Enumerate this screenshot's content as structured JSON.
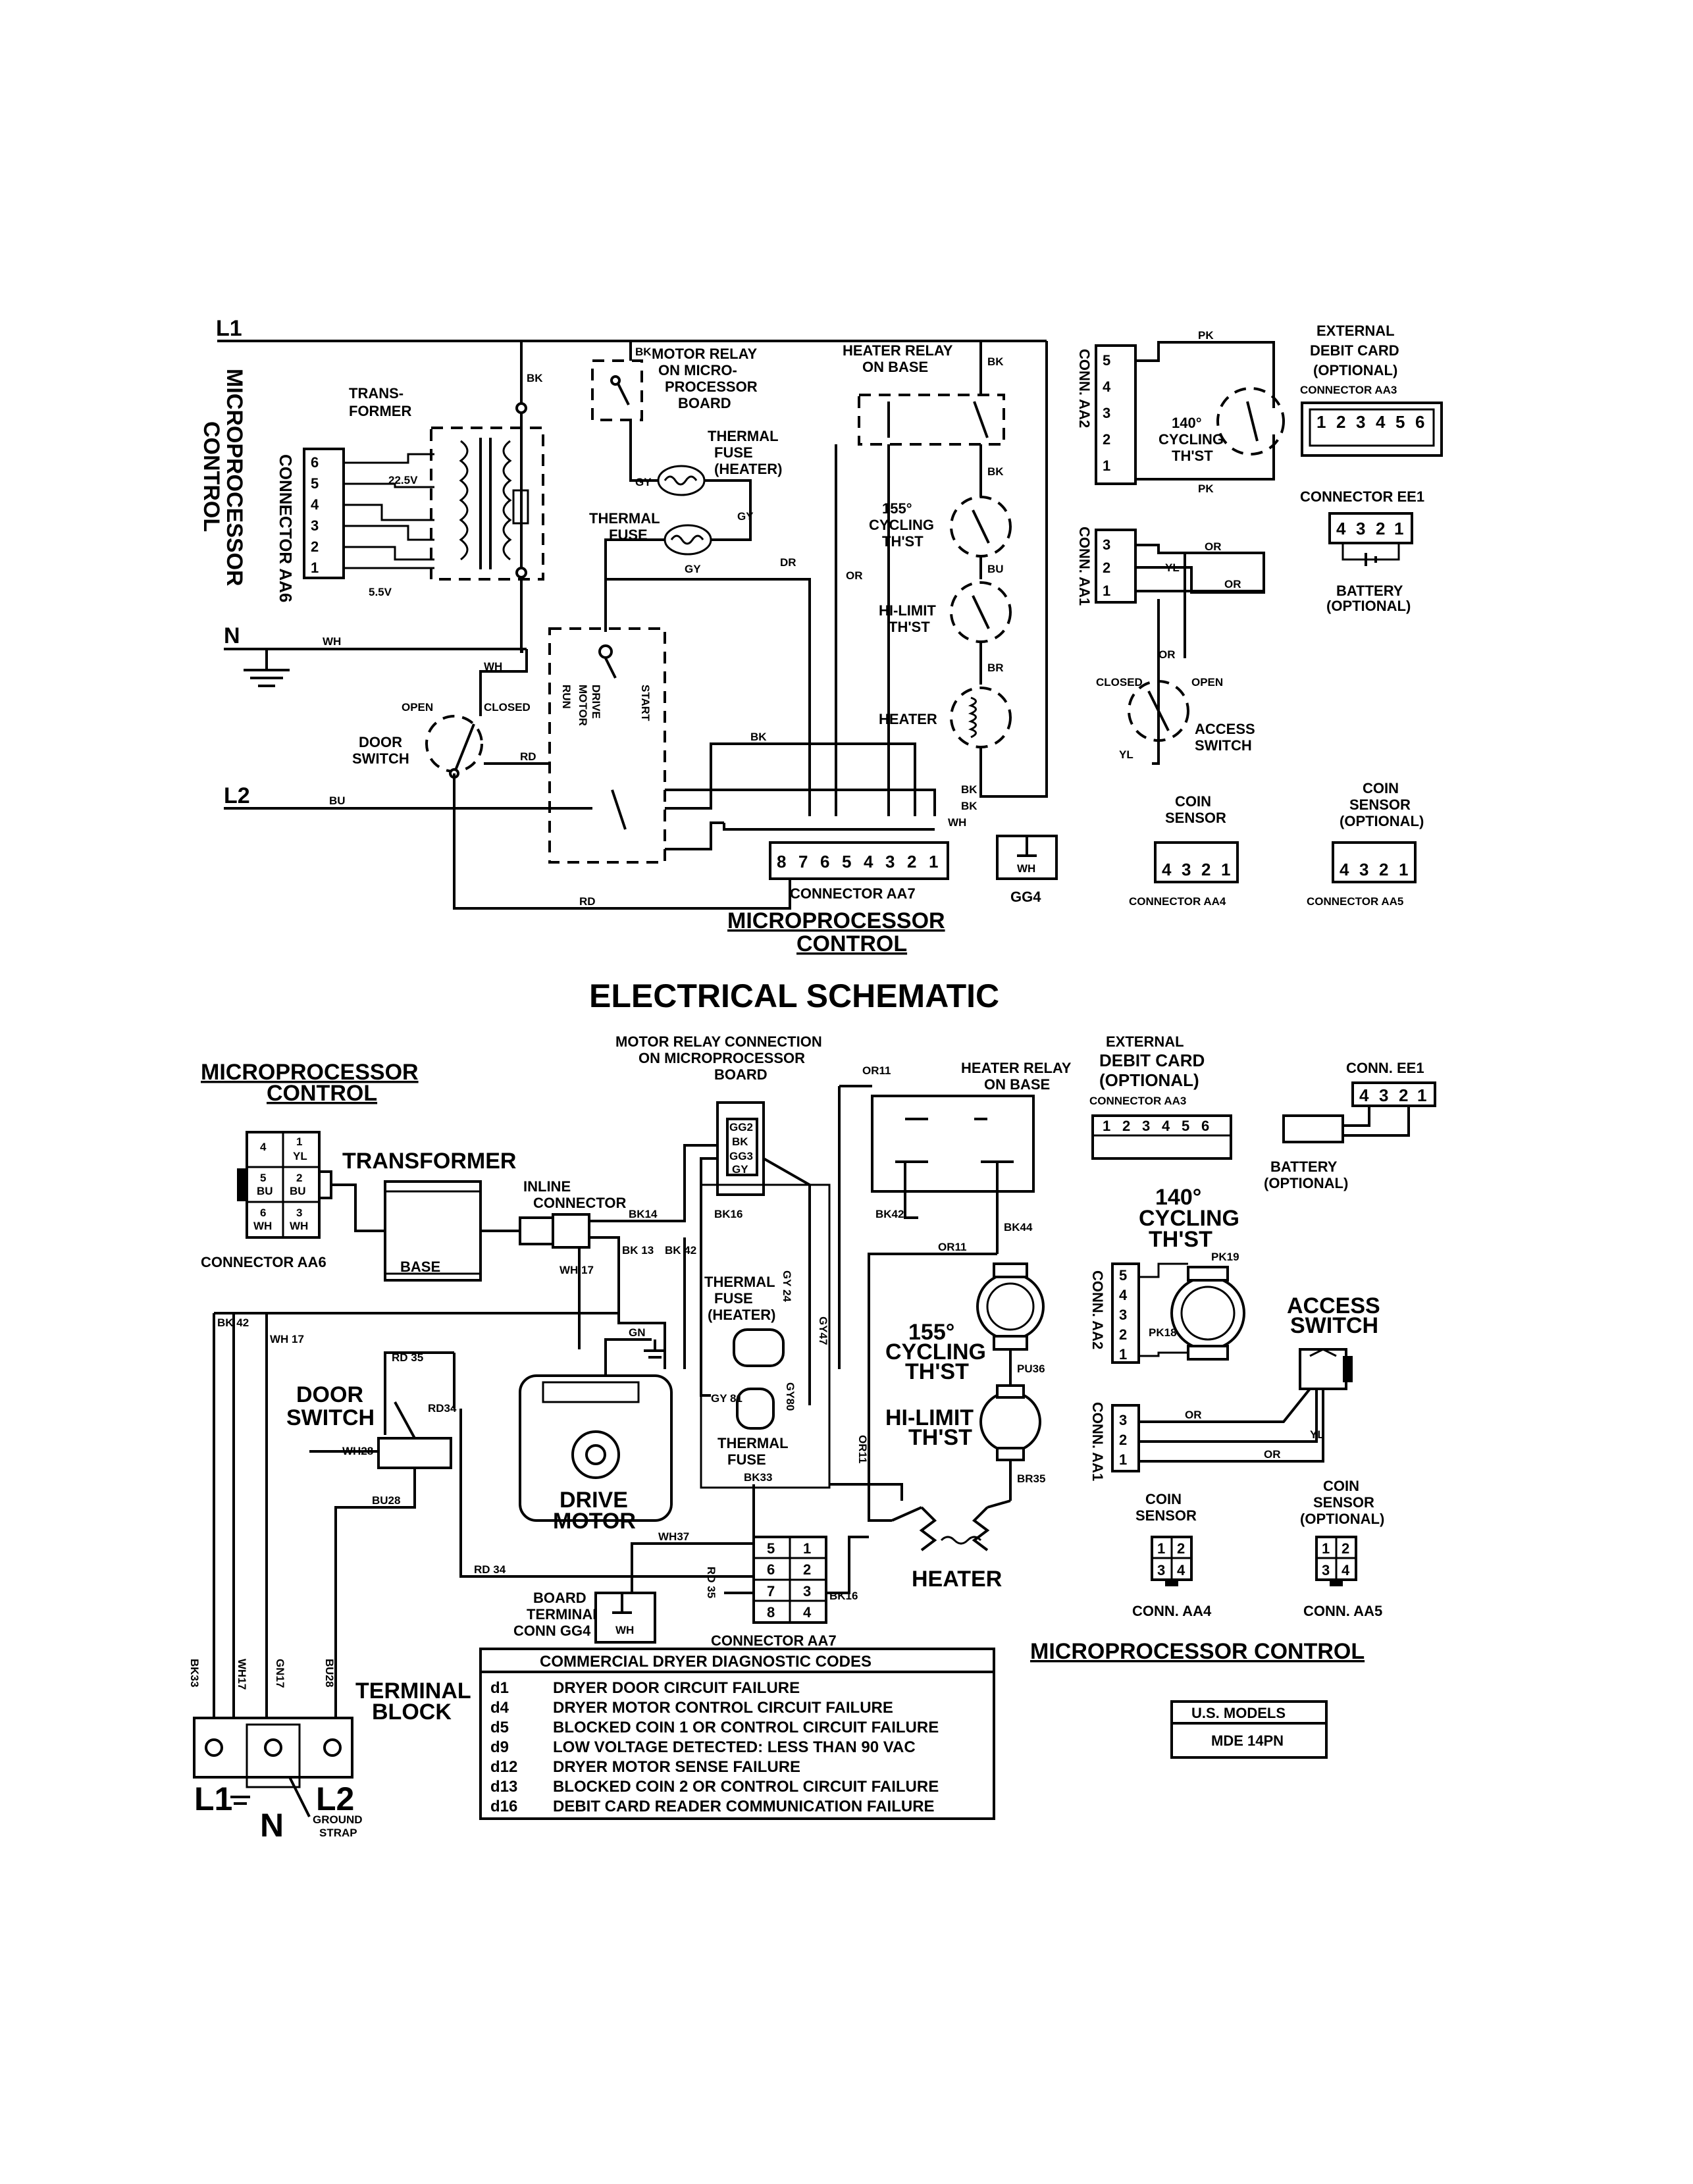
{
  "title": "ELECTRICAL SCHEMATIC",
  "upper": {
    "lines": {
      "l1": "L1",
      "n": "N",
      "l2": "L2"
    },
    "side_title": [
      "MICROPROCESSOR",
      "CONTROL"
    ],
    "transformer": "TRANS-\nFORMER",
    "transformer_lines": [
      "TRANS-",
      "FORMER"
    ],
    "v225": "22.5V",
    "v55": "5.5V",
    "connector_aa6": "CONNECTOR AA6",
    "aa6_pins": [
      "6",
      "5",
      "4",
      "3",
      "2",
      "1"
    ],
    "motor_relay": [
      "MOTOR RELAY",
      "ON MICRO-",
      "PROCESSOR",
      "BOARD"
    ],
    "heater_relay": [
      "HEATER RELAY",
      "ON BASE"
    ],
    "thermal_fuse_heater": [
      "THERMAL",
      "FUSE",
      "(HEATER)"
    ],
    "thermal_fuse": [
      "THERMAL",
      "FUSE"
    ],
    "cycling_155": [
      "155°",
      "CYCLING",
      "TH'ST"
    ],
    "hi_limit": [
      "HI-LIMIT",
      "TH'ST"
    ],
    "heater": "HEATER",
    "door_switch": [
      "DOOR",
      "SWITCH"
    ],
    "open": "OPEN",
    "closed": "CLOSED",
    "drive_motor": [
      "DRIVE",
      "MOTOR"
    ],
    "run_start": [
      "RUN",
      "START"
    ],
    "connector_aa7": "CONNECTOR AA7",
    "aa7_pins": [
      "8",
      "7",
      "6",
      "5",
      "4",
      "3",
      "2",
      "1"
    ],
    "micro_title": [
      "MICROPROCESSOR",
      "CONTROL"
    ],
    "gg4": "GG4",
    "wh": "WH",
    "wire_colors": {
      "bk": "BK",
      "gy": "GY",
      "dr": "DR",
      "or": "OR",
      "bu": "BU",
      "br": "BR",
      "rd": "RD",
      "wh": "WH",
      "pk": "PK",
      "yl": "YL"
    },
    "conn_aa2": "CONN. AA2",
    "aa2_pins": [
      "5",
      "4",
      "3",
      "2",
      "1"
    ],
    "cycling_140": [
      "140°",
      "CYCLING",
      "TH'ST"
    ],
    "external_debit": [
      "EXTERNAL",
      "DEBIT CARD",
      "(OPTIONAL)",
      "CONNECTOR AA3"
    ],
    "aa3_pins": [
      "1",
      "2",
      "3",
      "4",
      "5",
      "6"
    ],
    "connector_ee1": "CONNECTOR EE1",
    "ee1_pins": [
      "4",
      "3",
      "2",
      "1"
    ],
    "battery": [
      "BATTERY",
      "(OPTIONAL)"
    ],
    "conn_aa1": "CONN. AA1",
    "aa1_pins": [
      "3",
      "2",
      "1"
    ],
    "access_switch": [
      "ACCESS",
      "SWITCH"
    ],
    "coin_sensor": [
      "COIN",
      "SENSOR"
    ],
    "coin_sensor_opt": [
      "COIN",
      "SENSOR",
      "(OPTIONAL)"
    ],
    "coin_pins": [
      "4",
      "3",
      "2",
      "1"
    ],
    "connector_aa4": "CONNECTOR AA4",
    "connector_aa5": "CONNECTOR AA5"
  },
  "lower": {
    "micro_title": [
      "MICROPROCESSOR",
      "CONTROL"
    ],
    "transformer": "TRANSFORMER",
    "base": "BASE",
    "inline_connector": [
      "INLINE",
      "CONNECTOR"
    ],
    "connector_aa6": "CONNECTOR AA6",
    "aa6_cells": [
      "4",
      "1",
      "YL",
      "5",
      "BU",
      "2",
      "BU",
      "6",
      "WH",
      "3",
      "WH"
    ],
    "motor_relay_conn": [
      "MOTOR RELAY CONNECTION",
      "ON MICROPROCESSOR",
      "BOARD"
    ],
    "relay_terms": [
      "GG2",
      "BK",
      "GG3",
      "GY"
    ],
    "heater_relay": [
      "HEATER RELAY",
      "ON BASE"
    ],
    "external_debit": [
      "EXTERNAL",
      "DEBIT CARD",
      "(OPTIONAL)",
      "CONNECTOR AA3"
    ],
    "aa3_pins": [
      "1",
      "2",
      "3",
      "4",
      "5",
      "6"
    ],
    "conn_ee1": "CONN. EE1",
    "ee1_pins": [
      "4",
      "3",
      "2",
      "1"
    ],
    "battery": [
      "BATTERY",
      "(OPTIONAL)"
    ],
    "cycling_140": [
      "140°",
      "CYCLING",
      "TH'ST"
    ],
    "conn_aa2": "CONN. AA2",
    "aa2_pins": [
      "5",
      "4",
      "3",
      "2",
      "1"
    ],
    "access_switch": [
      "ACCESS",
      "SWITCH"
    ],
    "conn_aa1": "CONN. AA1",
    "aa1_pins": [
      "3",
      "2",
      "1"
    ],
    "thermal_fuse_heater": [
      "THERMAL",
      "FUSE",
      "(HEATER)"
    ],
    "thermal_fuse": [
      "THERMAL",
      "FUSE"
    ],
    "cycling_155": [
      "155°",
      "CYCLING",
      "TH'ST"
    ],
    "hi_limit": [
      "HI-LIMIT",
      "TH'ST"
    ],
    "heater": "HEATER",
    "door_switch": [
      "DOOR",
      "SWITCH"
    ],
    "drive_motor": [
      "DRIVE",
      "MOTOR"
    ],
    "board_terminal": [
      "BOARD",
      "TERMINAL",
      "CONN GG4"
    ],
    "wh": "WH",
    "connector_aa7": "CONNECTOR AA7",
    "aa7_cells": [
      "5",
      "1",
      "6",
      "2",
      "7",
      "3",
      "8",
      "4"
    ],
    "terminal_block": [
      "TERMINAL",
      "BLOCK"
    ],
    "l1": "L1",
    "l2": "L2",
    "n": "N",
    "ground_strap": [
      "GROUND",
      "STRAP"
    ],
    "coin_sensor": [
      "COIN",
      "SENSOR"
    ],
    "coin_sensor_opt": [
      "COIN",
      "SENSOR",
      "(OPTIONAL)"
    ],
    "coin_cells": [
      "1",
      "2",
      "3",
      "4"
    ],
    "conn_aa4": "CONN. AA4",
    "conn_aa5": "CONN. AA5",
    "micro_control": "MICROPROCESSOR CONTROL",
    "wire_labels": {
      "bk14": "BK14",
      "bk13": "BK 13",
      "bk42": "BK 42",
      "wh17": "WH 17",
      "bk16": "BK16",
      "bk42b": "BK42",
      "bk44": "BK44",
      "or11": "OR11",
      "gy24": "GY 24",
      "gy47": "GY47",
      "gn": "GN",
      "rd35": "RD 35",
      "rd34": "RD34",
      "wh28": "WH28",
      "bu28": "BU28",
      "gy81": "GY 81",
      "gy80": "GY80",
      "or15": "OR11",
      "bk33": "BK33",
      "wh37": "WH37",
      "rd34b": "RD 34",
      "rd35b": "RD 35",
      "bk16b": "BK16",
      "pu36": "PU36",
      "br35": "BR35",
      "pk19": "PK19",
      "pk18": "PK18",
      "or": "OR",
      "yl": "YL",
      "bk33v": "BK33",
      "wh17v": "WH17",
      "gn17v": "GN17",
      "bu28v": "BU28",
      "bk42v": "BK 42",
      "wh17b": "WH 17"
    }
  },
  "diagnostic": {
    "title": "COMMERCIAL DRYER DIAGNOSTIC CODES",
    "codes": [
      {
        "code": "d1",
        "desc": "DRYER DOOR CIRCUIT FAILURE"
      },
      {
        "code": "d4",
        "desc": "DRYER MOTOR CONTROL CIRCUIT FAILURE"
      },
      {
        "code": "d5",
        "desc": "BLOCKED COIN 1 OR CONTROL CIRCUIT FAILURE"
      },
      {
        "code": "d9",
        "desc": "LOW VOLTAGE DETECTED: LESS THAN 90 VAC"
      },
      {
        "code": "d12",
        "desc": "DRYER MOTOR SENSE FAILURE"
      },
      {
        "code": "d13",
        "desc": "BLOCKED COIN 2 OR CONTROL CIRCUIT FAILURE"
      },
      {
        "code": "d16",
        "desc": "DEBIT CARD READER COMMUNICATION FAILURE"
      }
    ]
  },
  "models": {
    "title": "U.S. MODELS",
    "model": "MDE 14PN"
  }
}
